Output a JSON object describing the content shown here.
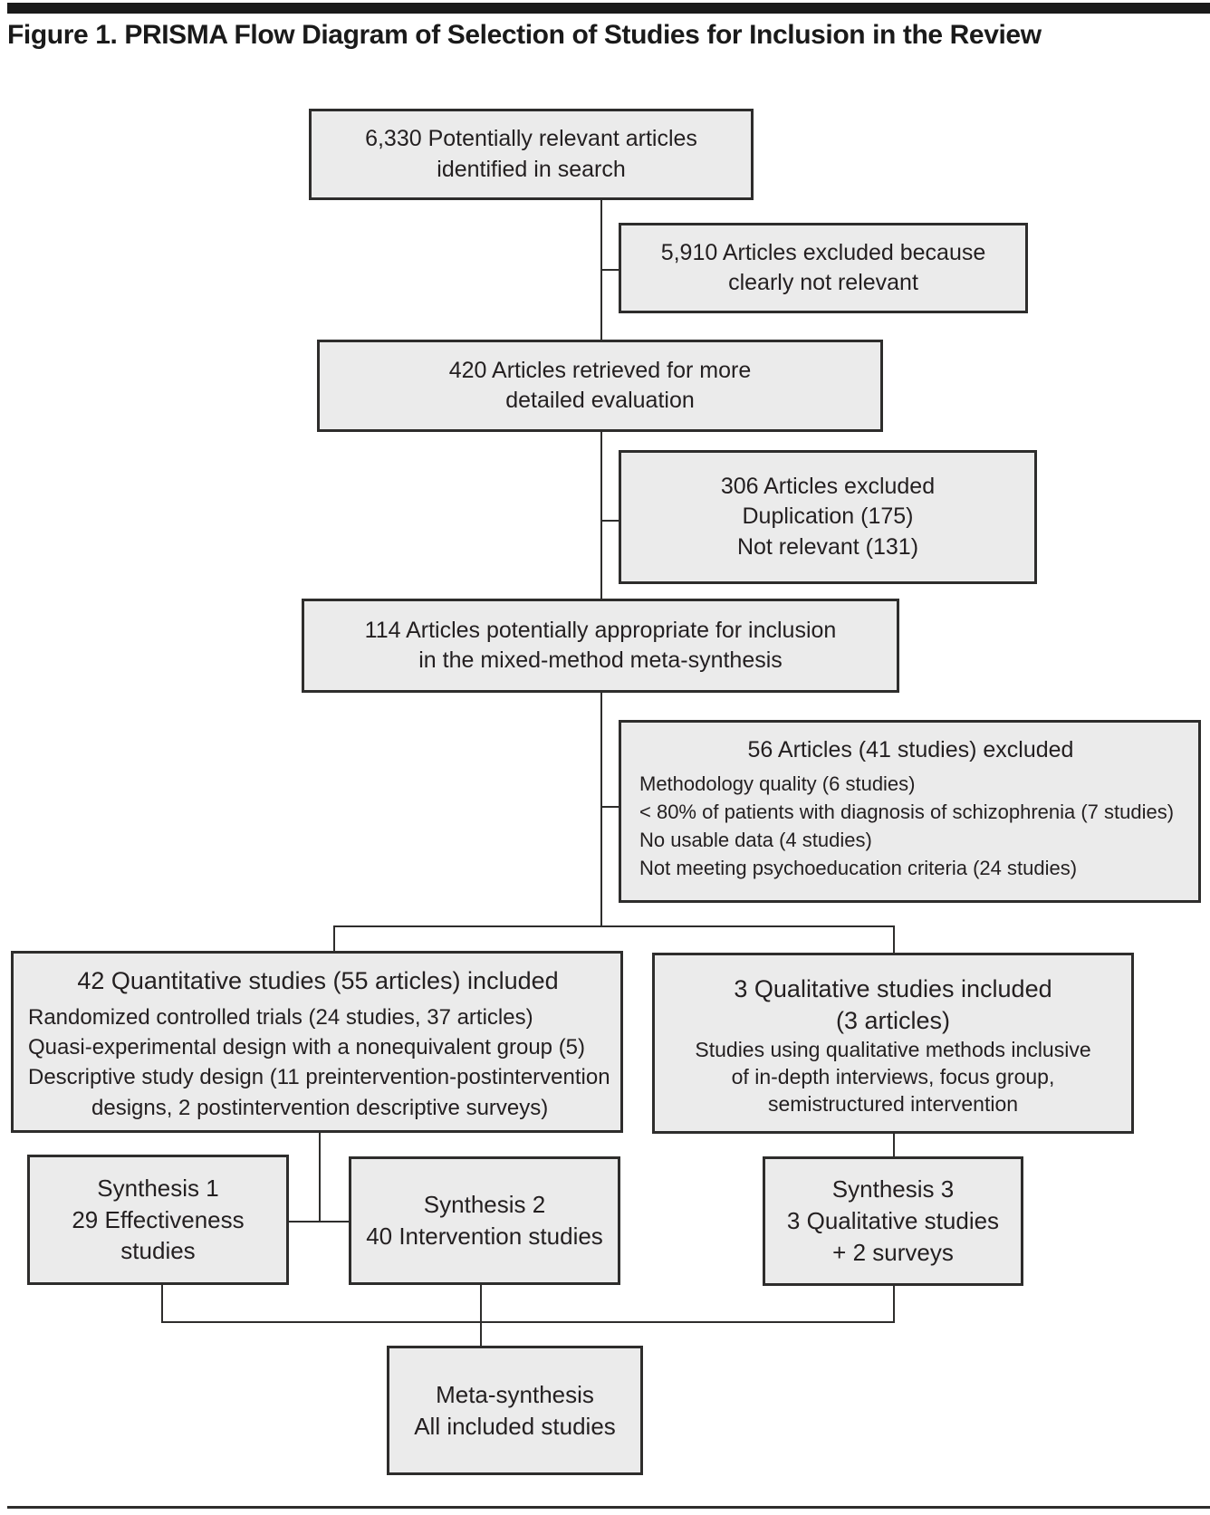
{
  "page": {
    "title": "Figure 1. PRISMA Flow Diagram of Selection of Studies for Inclusion in the Review"
  },
  "colors": {
    "box_fill": "#ebebeb",
    "box_border": "#2e2d2c",
    "text": "#231f20",
    "top_bar": "#1a1a1a"
  },
  "boxes": {
    "identified": {
      "lines": [
        "6,330 Potentially relevant articles",
        "identified in search"
      ]
    },
    "excluded_initial": {
      "lines": [
        "5,910 Articles excluded because",
        "clearly not relevant"
      ]
    },
    "retrieved": {
      "lines": [
        "420 Articles retrieved for more",
        "detailed evaluation"
      ]
    },
    "excluded_detail": {
      "lines": [
        "306 Articles excluded",
        "Duplication (175)",
        "Not relevant (131)"
      ]
    },
    "appropriate": {
      "lines": [
        "114 Articles potentially appropriate for inclusion",
        "in the mixed-method meta-synthesis"
      ]
    },
    "excluded_synthesis": {
      "title": "56 Articles (41 studies) excluded",
      "reasons": [
        "Methodology quality (6 studies)",
        "< 80% of patients with diagnosis of schizophrenia (7 studies)",
        "No usable data (4 studies)",
        "Not meeting psychoeducation criteria (24 studies)"
      ]
    },
    "quantitative": {
      "title": "42 Quantitative studies (55 articles) included",
      "details": [
        "Randomized controlled trials (24 studies, 37 articles)",
        "Quasi-experimental design with a nonequivalent group (5)",
        "Descriptive study design (11 preintervention-postintervention",
        "designs, 2 postintervention descriptive surveys)"
      ]
    },
    "qualitative": {
      "title_lines": [
        "3 Qualitative studies included",
        "(3 articles)"
      ],
      "details": [
        "Studies using qualitative methods inclusive",
        "of in-depth interviews, focus group,",
        "semistructured intervention"
      ]
    },
    "synthesis1": {
      "lines": [
        "Synthesis 1",
        "29 Effectiveness",
        "studies"
      ]
    },
    "synthesis2": {
      "lines": [
        "Synthesis 2",
        "40 Intervention studies"
      ]
    },
    "synthesis3": {
      "lines": [
        "Synthesis 3",
        "3 Qualitative studies",
        "+ 2 surveys"
      ]
    },
    "meta": {
      "lines": [
        "Meta-synthesis",
        "All included studies"
      ]
    }
  }
}
